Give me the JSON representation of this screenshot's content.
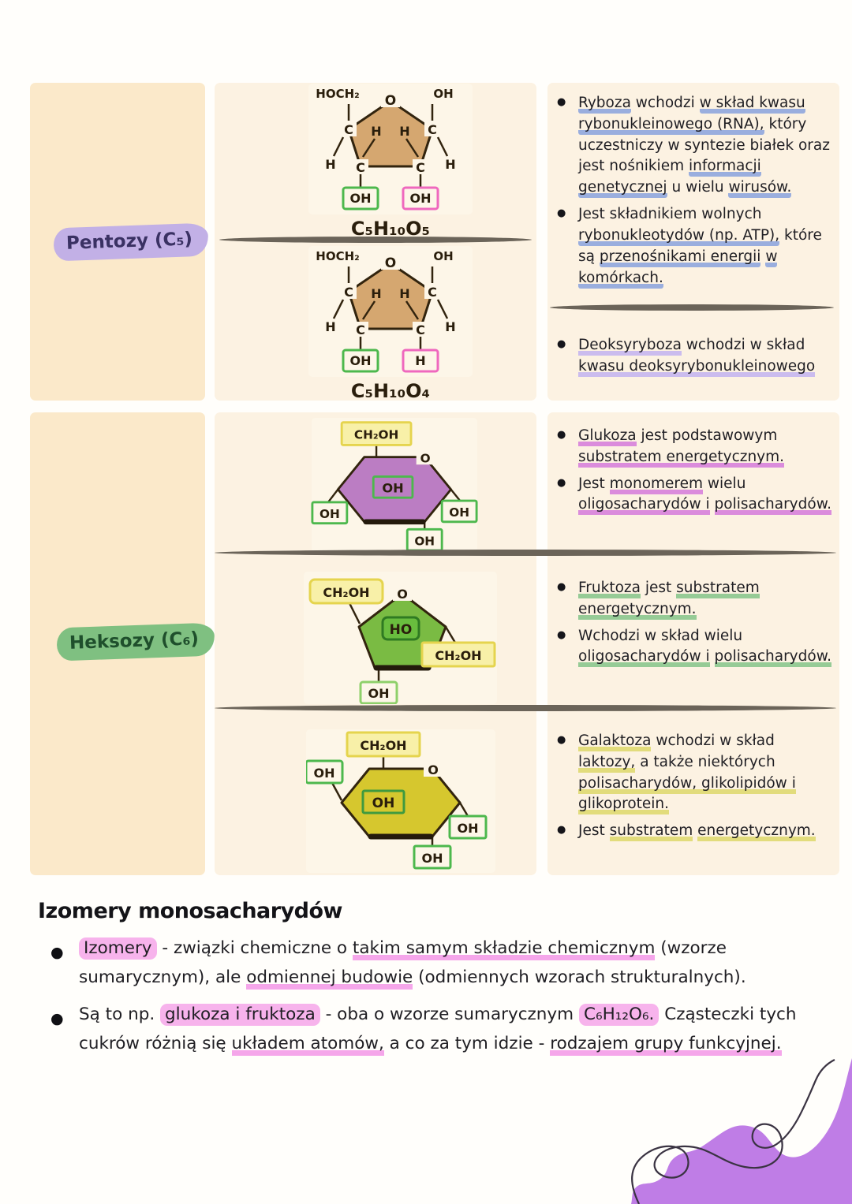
{
  "colors": {
    "panel_left": "#fbe9ca",
    "panel_main": "#fcf2e2",
    "divider": "#6b6459",
    "pentozy_highlight": "#c2b0e6",
    "heksozy_highlight": "#7fc081",
    "underline_blue": "#9aaede",
    "underline_lavender": "#cbbcee",
    "underline_orchid": "#db8cdc",
    "underline_green": "#96cb96",
    "underline_yellow": "#e2dc7c",
    "pink_highlight": "#f7b3ec",
    "ring_tan": "#d5a770",
    "ring_purple": "#bb7dc3",
    "ring_green": "#7abb43",
    "ring_yellow": "#d6c72e",
    "box_yellow_border": "#e5d44e",
    "box_green_border": "#4db84d",
    "box_pink_border": "#ef68be",
    "blob_purple": "#bf7de6"
  },
  "pentozy": {
    "label": "Pentozy (C₅)",
    "structures": {
      "ribose": {
        "hoch2": "HOCH₂",
        "o": "O",
        "oh_top": "OH",
        "c": "C",
        "h": "H",
        "box_green": "OH",
        "box_pink": "OH",
        "formula": "C₅H₁₀O₅"
      },
      "deoxyribose": {
        "hoch2": "HOCH₂",
        "o": "O",
        "oh_top": "OH",
        "c": "C",
        "h": "H",
        "box_green": "OH",
        "box_pink": "H",
        "formula": "C₅H₁₀O₄"
      }
    },
    "notes_ribose": [
      [
        {
          "t": "Ryboza",
          "m": "ub"
        },
        {
          "t": " wchodzi "
        },
        {
          "t": "w skład kwasu",
          "m": "ub"
        },
        {
          "t": " "
        },
        {
          "t": "rybonukleinowego (RNA),",
          "m": "ub"
        },
        {
          "t": " który uczestniczy w syntezie białek oraz jest nośnikiem "
        },
        {
          "t": "informacji genetycznej",
          "m": "ub"
        },
        {
          "t": " u wielu "
        },
        {
          "t": "wirusów.",
          "m": "ub"
        }
      ],
      [
        {
          "t": "Jest składnikiem wolnych "
        },
        {
          "t": "rybonukleotydów (np. ATP),",
          "m": "ub"
        },
        {
          "t": " które są "
        },
        {
          "t": "przenośnikami energii",
          "m": "ub"
        },
        {
          "t": " "
        },
        {
          "t": "w komórkach.",
          "m": "ub"
        }
      ]
    ],
    "notes_deoxyribose": [
      [
        {
          "t": "Deoksyryboza",
          "m": "up"
        },
        {
          "t": " wchodzi w skład "
        },
        {
          "t": "kwasu deoksyrybonukleinowego",
          "m": "up"
        }
      ]
    ]
  },
  "heksozy": {
    "label": "Heksozy (C₆)",
    "structures": {
      "glucose": {
        "ch2oh": "CH₂OH",
        "o": "O",
        "oh": "OH"
      },
      "fructose": {
        "ch2oh": "CH₂OH",
        "o": "O",
        "ho": "HO",
        "oh": "OH"
      },
      "galactose": {
        "ch2oh": "CH₂OH",
        "o": "O",
        "oh": "OH"
      }
    },
    "notes_glucose": [
      [
        {
          "t": "Glukoza",
          "m": "upk"
        },
        {
          "t": " jest podstawowym "
        },
        {
          "t": "substratem energetycznym.",
          "m": "upk"
        }
      ],
      [
        {
          "t": "Jest "
        },
        {
          "t": "monomerem",
          "m": "upk"
        },
        {
          "t": " wielu "
        },
        {
          "t": "oligosacharydów i",
          "m": "upk"
        },
        {
          "t": " "
        },
        {
          "t": "polisacharydów.",
          "m": "upk"
        }
      ]
    ],
    "notes_fructose": [
      [
        {
          "t": "Fruktoza",
          "m": "ug"
        },
        {
          "t": " jest "
        },
        {
          "t": "substratem energetycznym.",
          "m": "ug"
        }
      ],
      [
        {
          "t": "Wchodzi w skład wielu "
        },
        {
          "t": "oligosacharydów i",
          "m": "ug"
        },
        {
          "t": " "
        },
        {
          "t": "polisacharydów.",
          "m": "ug"
        }
      ]
    ],
    "notes_galactose": [
      [
        {
          "t": "Galaktoza",
          "m": "uy"
        },
        {
          "t": " wchodzi w skład "
        },
        {
          "t": "laktozy,",
          "m": "uy"
        },
        {
          "t": " a także niektórych "
        },
        {
          "t": "polisacharydów, glikolipidów i",
          "m": "uy"
        },
        {
          "t": " "
        },
        {
          "t": "glikoprotein.",
          "m": "uy"
        }
      ],
      [
        {
          "t": "Jest "
        },
        {
          "t": "substratem",
          "m": "uy"
        },
        {
          "t": " "
        },
        {
          "t": "energetycznym.",
          "m": "uy"
        }
      ]
    ]
  },
  "izomery": {
    "title": "Izomery monosacharydów",
    "bullets": [
      [
        {
          "t": "Izomery",
          "m": "hl"
        },
        {
          "t": " - związki chemiczne o "
        },
        {
          "t": "takim samym składzie chemicznym",
          "m": "upp"
        },
        {
          "t": " (wzorze sumarycznym), ale "
        },
        {
          "t": "odmiennej budowie",
          "m": "upp"
        },
        {
          "t": " (odmiennych wzorach strukturalnych)."
        }
      ],
      [
        {
          "t": "Są to np. "
        },
        {
          "t": "glukoza i fruktoza",
          "m": "hl"
        },
        {
          "t": " - oba o wzorze sumarycznym "
        },
        {
          "t": "C₆H₁₂O₆.",
          "m": "hl"
        },
        {
          "t": " Cząsteczki tych cukrów różnią się "
        },
        {
          "t": "układem atomów,",
          "m": "upp"
        },
        {
          "t": " a co za tym idzie - "
        },
        {
          "t": "rodzajem grupy funkcyjnej.",
          "m": "upp"
        }
      ]
    ]
  }
}
